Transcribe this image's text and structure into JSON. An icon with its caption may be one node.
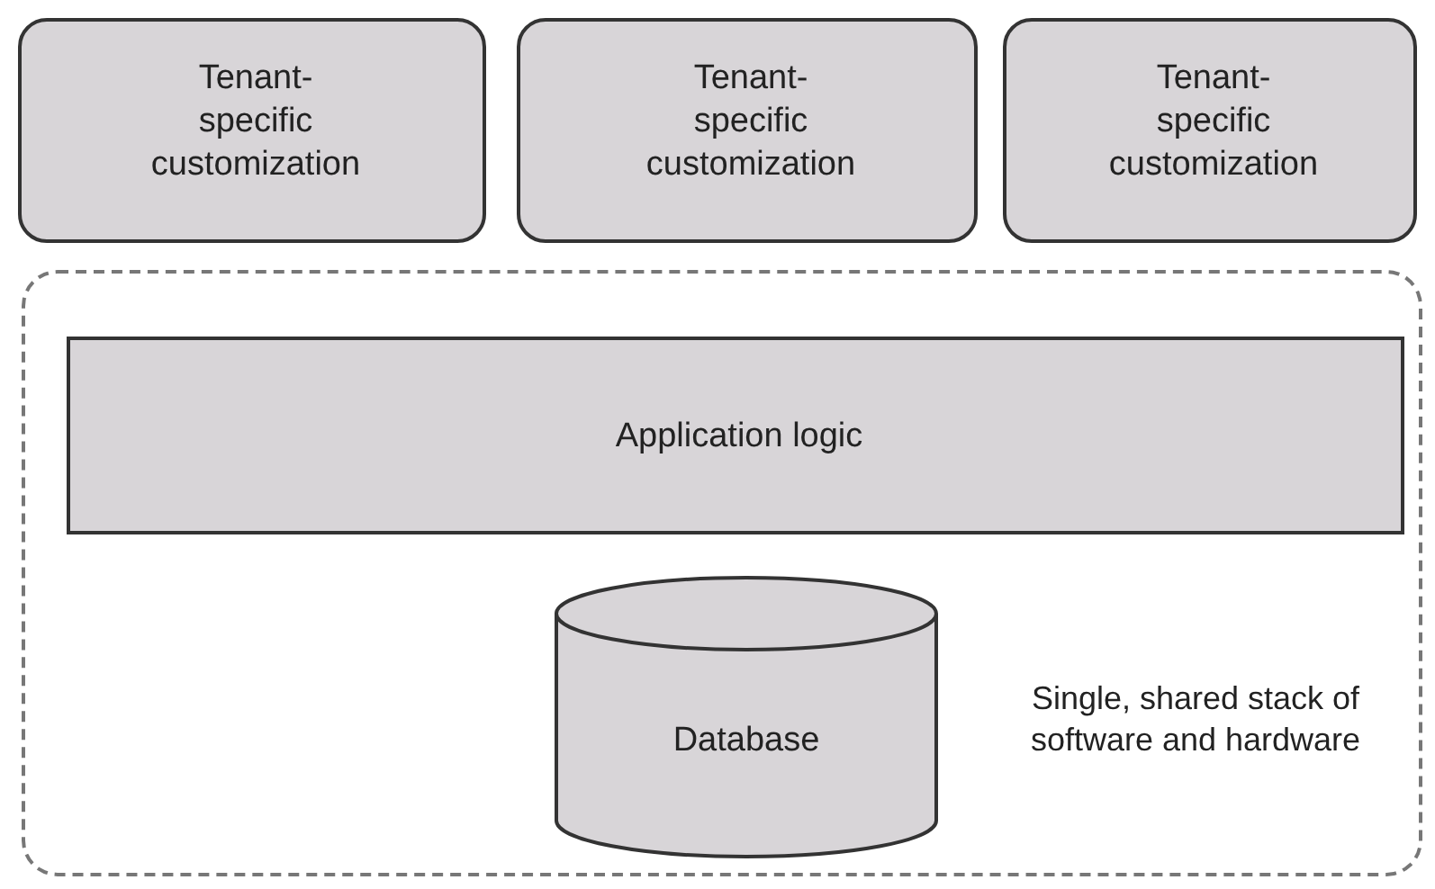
{
  "diagram": {
    "nodes": [
      {
        "text": [
          "Tenant- specific customization"
        ]
      },
      {
        "text": [
          "Tenant- specific customization"
        ]
      },
      {
        "text": [
          "Tenant- specific customization"
        ]
      },
      {
        "text": [
          "Single, shared stack of software and hardware"
        ]
      },
      {
        "text": [
          "Application logic"
        ],
        "in": 3
      },
      {
        "text": [
          "Database"
        ],
        "in": 3
      }
    ]
  }
}
